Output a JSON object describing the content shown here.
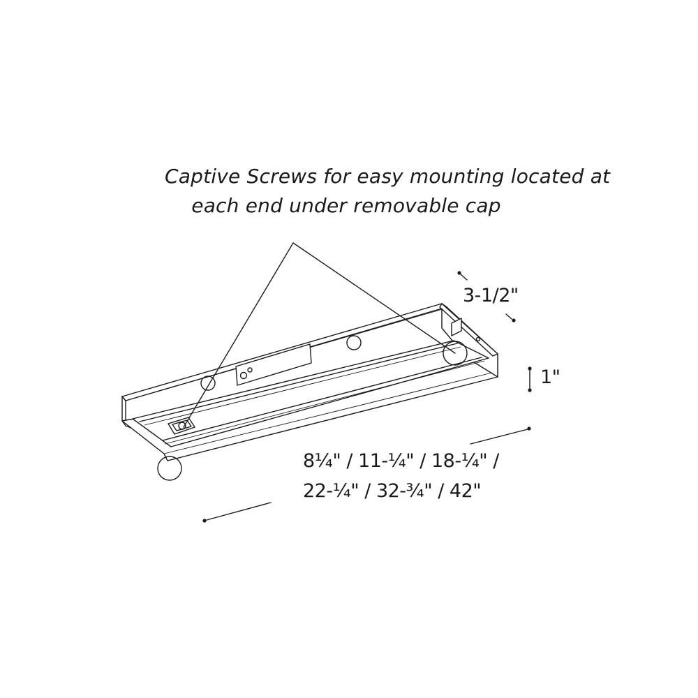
{
  "callout": {
    "line1": "Captive Screws for easy mounting located at",
    "line2": "each end under removable cap"
  },
  "dimensions": {
    "width": "3-1/2\"",
    "height": "1\"",
    "length_line1": "8¼\" / 11-¼\" / 18-¼\" /",
    "length_line2": "22-¼\" / 32-¾\" / 42\""
  },
  "colors": {
    "ink": "#1a1a1a",
    "background": "#ffffff"
  }
}
